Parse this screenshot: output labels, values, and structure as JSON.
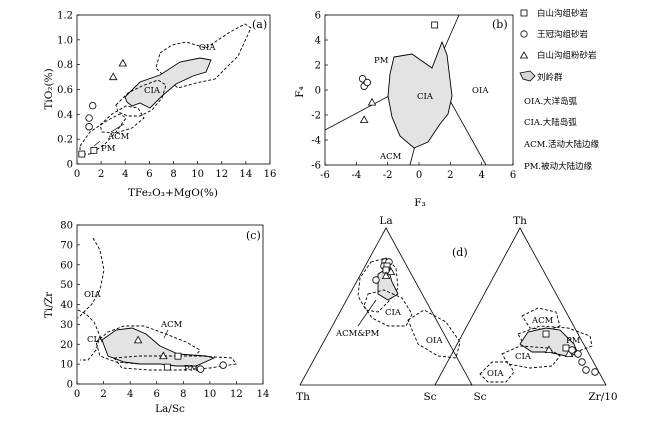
{
  "chart_data": [
    {
      "panel": "(a)",
      "type": "scatter",
      "xlabel": "TFe₂O₃+MgO(%)",
      "ylabel": "TiO₂(%)",
      "xlim": [
        0,
        16
      ],
      "ylim": [
        0,
        1.2
      ],
      "xticks": [
        "0",
        "2",
        "4",
        "6",
        "8",
        "10",
        "12",
        "14",
        "16"
      ],
      "yticks": [
        "0",
        "0.2",
        "0.4",
        "0.6",
        "0.8",
        "1.0",
        "1.2"
      ],
      "region_labels": [
        "OIA",
        "CIA",
        "ACM",
        "PM"
      ],
      "series": [
        {
          "marker": "square",
          "points": [
            [
              0.4,
              0.08
            ],
            [
              1.4,
              0.11
            ]
          ]
        },
        {
          "marker": "circle",
          "points": [
            [
              1.3,
              0.47
            ],
            [
              1.0,
              0.37
            ],
            [
              1.0,
              0.3
            ]
          ]
        },
        {
          "marker": "triangle",
          "points": [
            [
              3.8,
              0.81
            ],
            [
              3.0,
              0.7
            ]
          ]
        }
      ]
    },
    {
      "panel": "(b)",
      "type": "scatter",
      "xlabel": "F₃",
      "ylabel": "F₄",
      "xlim": [
        -6,
        6
      ],
      "ylim": [
        -6,
        6
      ],
      "xticks": [
        "-6",
        "-4",
        "-2",
        "0",
        "2",
        "4",
        "6"
      ],
      "yticks": [
        "-6",
        "-4",
        "-2",
        "0",
        "2",
        "4",
        "6"
      ],
      "region_labels": [
        "PM",
        "OIA",
        "CIA",
        "ACM"
      ],
      "series": [
        {
          "marker": "square",
          "points": [
            [
              1.0,
              5.2
            ]
          ]
        },
        {
          "marker": "circle",
          "points": [
            [
              -3.6,
              0.9
            ],
            [
              -3.5,
              0.3
            ],
            [
              -3.3,
              0.6
            ]
          ]
        },
        {
          "marker": "triangle",
          "points": [
            [
              -3.0,
              -1.0
            ],
            [
              -3.5,
              -2.4
            ]
          ]
        }
      ]
    },
    {
      "panel": "(c)",
      "type": "scatter",
      "xlabel": "La/Sc",
      "ylabel": "Ti/Zr",
      "xlim": [
        0,
        14
      ],
      "ylim": [
        0,
        80
      ],
      "xticks": [
        "0",
        "2",
        "4",
        "6",
        "8",
        "10",
        "12",
        "14"
      ],
      "yticks": [
        "0",
        "10",
        "20",
        "30",
        "40",
        "50",
        "60",
        "70",
        "80"
      ],
      "region_labels": [
        "OIA",
        "CIA",
        "ACM",
        "PM"
      ],
      "series": [
        {
          "marker": "square",
          "points": [
            [
              7.6,
              14.0
            ],
            [
              6.8,
              8.5
            ]
          ]
        },
        {
          "marker": "circle",
          "points": [
            [
              11.0,
              9.5
            ],
            [
              9.3,
              7.5
            ]
          ]
        },
        {
          "marker": "triangle",
          "points": [
            [
              4.6,
              22.0
            ],
            [
              6.5,
              14.0
            ]
          ]
        }
      ]
    },
    {
      "panel": "(d)",
      "type": "ternary",
      "left_triangle": {
        "apex": "La",
        "left": "Th",
        "right": "Sc"
      },
      "right_triangle": {
        "apex": "Th",
        "left": "Sc",
        "right": "Zr/10"
      },
      "region_labels": [
        "ACM&PM",
        "CIA",
        "OIA",
        "ACM",
        "PM",
        "CIA",
        "OIA"
      ]
    }
  ],
  "legend": [
    {
      "icon": "square-marker-icon",
      "label": "白山沟组砂岩"
    },
    {
      "icon": "circle-marker-icon",
      "label": "王冠沟组砂岩"
    },
    {
      "icon": "triangle-marker-icon",
      "label": "白山沟组粉砂岩"
    },
    {
      "icon": "field-swatch-icon",
      "label": "刘岭群"
    },
    {
      "label": "OIA.大洋岛弧"
    },
    {
      "label": "CIA.大陆岛弧"
    },
    {
      "label": "ACM.活动大陆边缘"
    },
    {
      "label": "PM.被动大陆边缘"
    }
  ],
  "colors": {
    "field_fill": "#e3e3e3",
    "stroke": "#000000"
  }
}
